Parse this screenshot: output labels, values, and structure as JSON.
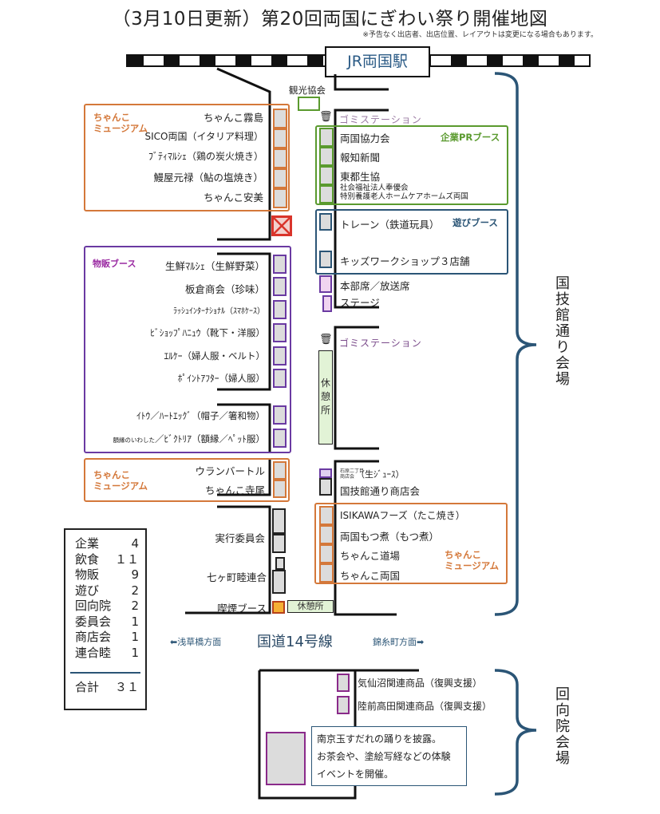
{
  "header": {
    "title": "（3月10日更新）第20回両国にぎわい祭り開催地図",
    "notice": "※予告なく出店者、出店位置、レイアウトは変更になる場合もあります。"
  },
  "station": {
    "label": "JR両国駅"
  },
  "tourism": {
    "label": "観光協会"
  },
  "colors": {
    "chanko": "#d4783a",
    "corporate": "#5a9a2e",
    "play": "#2b5576",
    "merch": "#6a3aa2",
    "rest": "#e2f3d6",
    "smoking": "#f5b034",
    "closed": "#d9342b"
  },
  "groups": {
    "chanko_top": {
      "title_line1": "ちゃんこ",
      "title_line2": "ミュージアム",
      "items": [
        "ちゃんこ霧島",
        "SICO両国（イタリア料理）",
        "ﾌﾞﾃｨﾏﾙｼｪ（鶏の炭火焼き）",
        "鰻屋元禄（鮎の塩焼き）",
        "ちゃんこ安美"
      ]
    },
    "corporate": {
      "title": "企業PRブース",
      "items": [
        "両国協力会",
        "報知新聞",
        "東都生協"
      ],
      "item4_line1": "社会福祉法人奉優会",
      "item4_line2": "特別養護老人ホームケアホームズ両国"
    },
    "play": {
      "title": "遊びブース",
      "items": [
        "トレーン（鉄道玩具）",
        "キッズワークショップ３店舗"
      ]
    },
    "merch": {
      "title": "物販ブース",
      "items": [
        "生鮮ﾏﾙｼｪ（生鮮野菜）",
        "板倉商会（珍味）",
        "ﾗｯｼｭｲﾝﾀｰﾅｼｮﾅﾙ（ｽﾏﾎｹｰｽ）",
        "ﾋﾞｼｮｯﾌﾟﾊﾆｭｳ（靴下・洋服）",
        "ｴﾙｹｰ（婦人服・ベルト）",
        "ﾎﾟｲﾝﾄｱﾌﾀｰ（婦人服）",
        "ｲﾄｳ／ﾊｰﾄｴｯｸﾞ（帽子／箸和物）"
      ],
      "item8_small": "額縁のいわした",
      "item8_rest": "／ﾋﾞｸﾄﾘｱ（額縁／ﾍﾟｯﾄ服）"
    },
    "chanko_mid": {
      "title_line1": "ちゃんこ",
      "title_line2": "ミュージアム",
      "items": [
        "ウランバートル",
        "ちゃんこ寺尾"
      ]
    },
    "chanko_bottom": {
      "title_line1": "ちゃんこ",
      "title_line2": "ミュージアム",
      "items": [
        "ISIKAWAフーズ（たこ焼き）",
        "両国もつ煮（もつ煮）",
        "ちゃんこ道場",
        "ちゃんこ両国"
      ]
    }
  },
  "misc": {
    "gomi_station": "ゴミステーション",
    "hq": "本部席／放送席",
    "stage": "ステージ",
    "rest_area": "休憩所",
    "shop_small_1": "石原二丁目",
    "shop_small_2": "商店会",
    "juice": "（生ｼﾞｭｰｽ）",
    "shopping_street": "国技館通り商店会",
    "committee": "実行委員会",
    "rengo": "七ヶ町睦連合",
    "smoking": "喫煙ブース"
  },
  "areas": {
    "kokugikan": "国技館通り会場",
    "ekoin": "回向院会場"
  },
  "road": {
    "name": "国道14号線",
    "left_dir": "浅草橋方面",
    "right_dir": "錦糸町方面"
  },
  "ekoin": {
    "items": [
      "気仙沼関連商品（復興支援）",
      "陸前高田関連商品（復興支援）"
    ],
    "note": [
      "南京玉すだれの踊りを披露。",
      "お茶会や、塗絵写経などの体験",
      "イベントを開催。"
    ]
  },
  "legend": {
    "rows": [
      {
        "label": "企業",
        "count": "4"
      },
      {
        "label": "飲食",
        "count": "１１"
      },
      {
        "label": "物販",
        "count": "9"
      },
      {
        "label": "遊び",
        "count": "2"
      },
      {
        "label": "回向院",
        "count": "2"
      },
      {
        "label": "委員会",
        "count": "1"
      },
      {
        "label": "商店会",
        "count": "1"
      },
      {
        "label": "連合睦",
        "count": "1"
      }
    ],
    "total_label": "合計",
    "total_count": "３１"
  }
}
